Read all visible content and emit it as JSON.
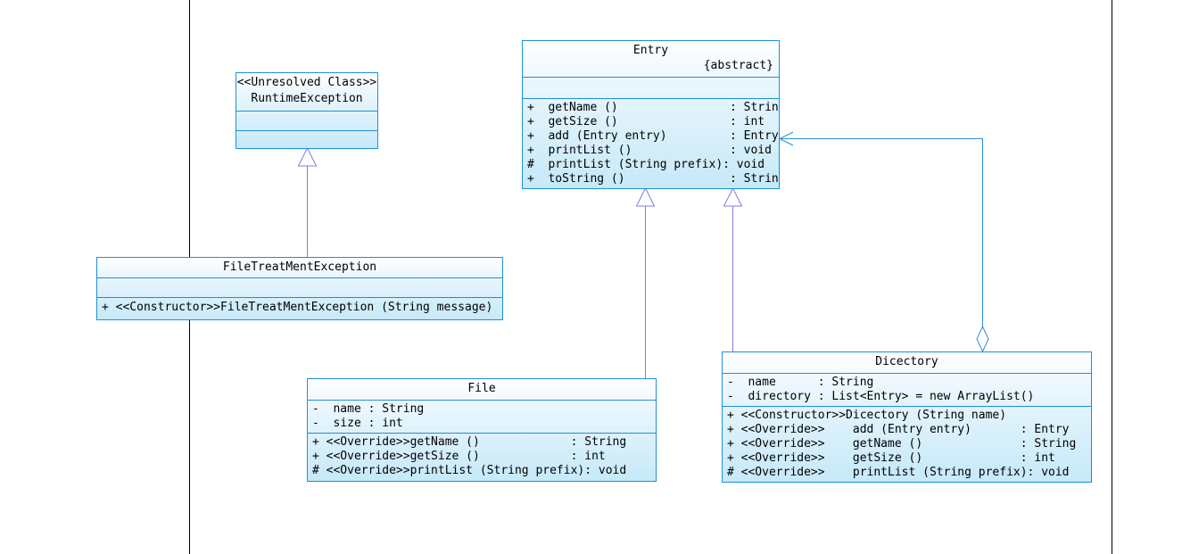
{
  "diagram": {
    "classes": {
      "runtime": {
        "stereotype": "<<Unresolved Class>>",
        "name": "RuntimeException"
      },
      "entry": {
        "name": "Entry",
        "modifier": "{abstract}",
        "operations": [
          "+  getName ()                : String",
          "+  getSize ()                : int",
          "+  add (Entry entry)         : Entry",
          "+  printList ()              : void",
          "#  printList (String prefix): void",
          "+  toString ()               : String"
        ]
      },
      "ftexc": {
        "name": "FileTreatMentException",
        "operations": [
          "+ <<Constructor>>FileTreatMentException (String message)"
        ]
      },
      "file": {
        "name": "File",
        "attributes": [
          "-  name : String",
          "-  size : int"
        ],
        "operations": [
          "+ <<Override>>getName ()             : String",
          "+ <<Override>>getSize ()             : int",
          "# <<Override>>printList (String prefix): void"
        ]
      },
      "dicectory": {
        "name": "Dicectory",
        "attributes": [
          "-  name      : String",
          "-  directory : List<Entry> = new ArrayList()"
        ],
        "operations": [
          "+ <<Constructor>>Dicectory (String name)",
          "+ <<Override>>    add (Entry entry)       : Entry",
          "+ <<Override>>    getName ()              : String",
          "+ <<Override>>    getSize ()              : int",
          "# <<Override>>    printList (String prefix): void"
        ]
      }
    },
    "colors": {
      "border": "#1e90d8",
      "generalization": "#8080e0",
      "aggregation": "#2a8fd6",
      "frame": "#000000"
    }
  }
}
